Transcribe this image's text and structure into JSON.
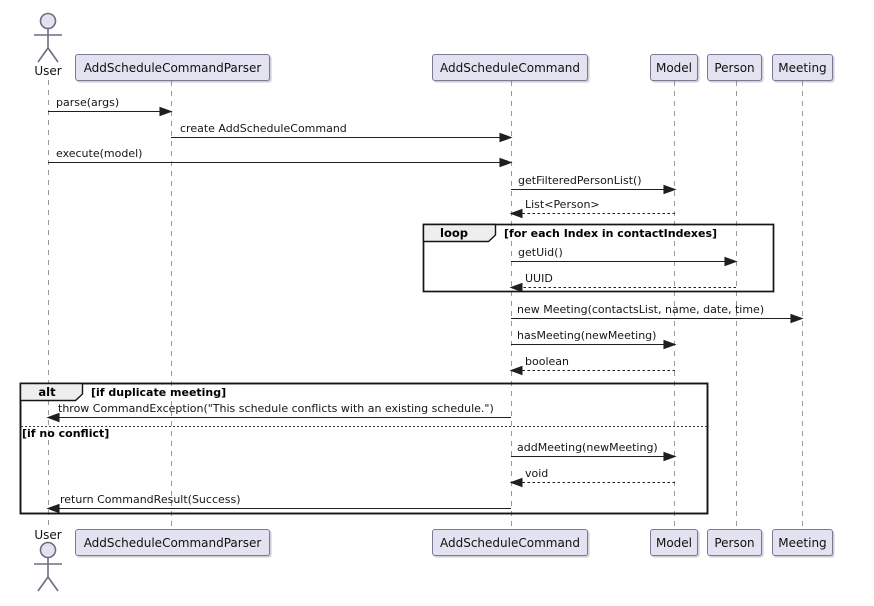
{
  "diagram": {
    "type": "uml-sequence",
    "actor": {
      "label": "User"
    },
    "participants": [
      {
        "label": "AddScheduleCommandParser"
      },
      {
        "label": "AddScheduleCommand"
      },
      {
        "label": "Model"
      },
      {
        "label": "Person"
      },
      {
        "label": "Meeting"
      }
    ],
    "messages": [
      {
        "from": "User",
        "to": "AddScheduleCommandParser",
        "text": "parse(args)",
        "style": "solid"
      },
      {
        "from": "AddScheduleCommandParser",
        "to": "AddScheduleCommand",
        "text": "create AddScheduleCommand",
        "style": "solid"
      },
      {
        "from": "User",
        "to": "AddScheduleCommand",
        "text": "execute(model)",
        "style": "solid"
      },
      {
        "from": "AddScheduleCommand",
        "to": "Model",
        "text": "getFilteredPersonList()",
        "style": "solid"
      },
      {
        "from": "Model",
        "to": "AddScheduleCommand",
        "text": "List<Person>",
        "style": "dashed"
      },
      {
        "from": "AddScheduleCommand",
        "to": "Person",
        "text": "getUid()",
        "style": "solid"
      },
      {
        "from": "Person",
        "to": "AddScheduleCommand",
        "text": "UUID",
        "style": "dashed"
      },
      {
        "from": "AddScheduleCommand",
        "to": "Meeting",
        "text": "new Meeting(contactsList, name, date, time)",
        "style": "solid"
      },
      {
        "from": "AddScheduleCommand",
        "to": "Model",
        "text": "hasMeeting(newMeeting)",
        "style": "solid"
      },
      {
        "from": "Model",
        "to": "AddScheduleCommand",
        "text": "boolean",
        "style": "dashed"
      },
      {
        "from": "AddScheduleCommand",
        "to": "User",
        "text": "throw CommandException(\"This schedule conflicts with an existing schedule.\")",
        "style": "solid"
      },
      {
        "from": "AddScheduleCommand",
        "to": "Model",
        "text": "addMeeting(newMeeting)",
        "style": "solid"
      },
      {
        "from": "Model",
        "to": "AddScheduleCommand",
        "text": "void",
        "style": "dashed"
      },
      {
        "from": "AddScheduleCommand",
        "to": "User",
        "text": "return CommandResult(Success)",
        "style": "solid"
      }
    ],
    "fragments": {
      "loop": {
        "operator": "loop",
        "guard": "[for each Index in contactIndexes]"
      },
      "alt": {
        "operator": "alt",
        "guard": "[if duplicate meeting]",
        "else_guard": "[if no conflict]"
      }
    },
    "colors": {
      "participant_fill": "#E2E2F0",
      "participant_border": "#7a7a96",
      "lifeline": "#9a9a9a",
      "arrow": "#1f1f1f",
      "frame_border": "#151515",
      "frame_header_fill": "#EEEEEE",
      "background": "#ffffff"
    }
  }
}
